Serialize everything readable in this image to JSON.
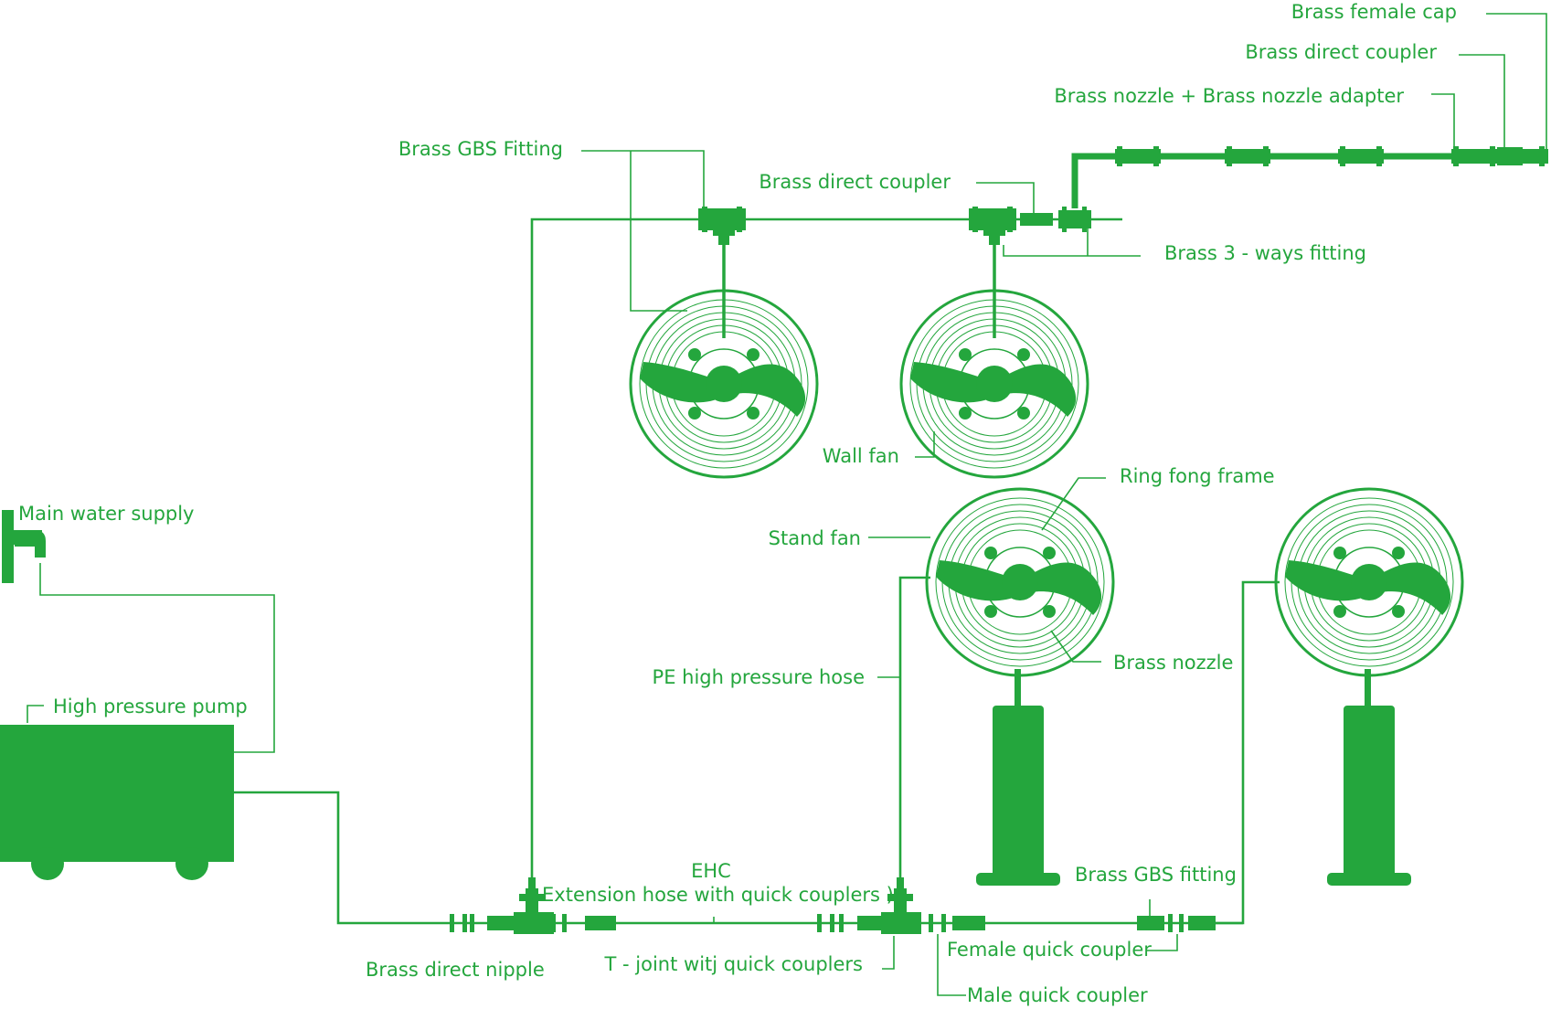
{
  "colors": {
    "accent": "#24a63d",
    "background": "#ffffff"
  },
  "labels": {
    "brass_female_cap": "Brass female cap",
    "brass_direct_coupler_top": "Brass direct coupler",
    "brass_nozzle_adapter": "Brass nozzle + Brass nozzle adapter",
    "brass_gbs_fitting_top": "Brass GBS Fitting",
    "brass_direct_coupler_mid": "Brass direct coupler",
    "brass_3_ways_fitting": "Brass 3 - ways fitting",
    "wall_fan": "Wall fan",
    "ring_fong_frame": "Ring fong frame",
    "stand_fan": "Stand fan",
    "main_water_supply": "Main water supply",
    "brass_nozzle": "Brass nozzle",
    "pe_high_pressure_hose": "PE high pressure hose",
    "high_pressure_pump": "High pressure pump",
    "ehc": "EHC",
    "ehc_full": "( Extension hose with quick couplers )",
    "brass_gbs_fitting_bottom": "Brass GBS fitting",
    "female_quick_coupler": "Female quick coupler",
    "brass_direct_nipple": "Brass direct nipple",
    "t_joint": "T - joint witj quick couplers",
    "male_quick_coupler": "Male quick coupler"
  }
}
